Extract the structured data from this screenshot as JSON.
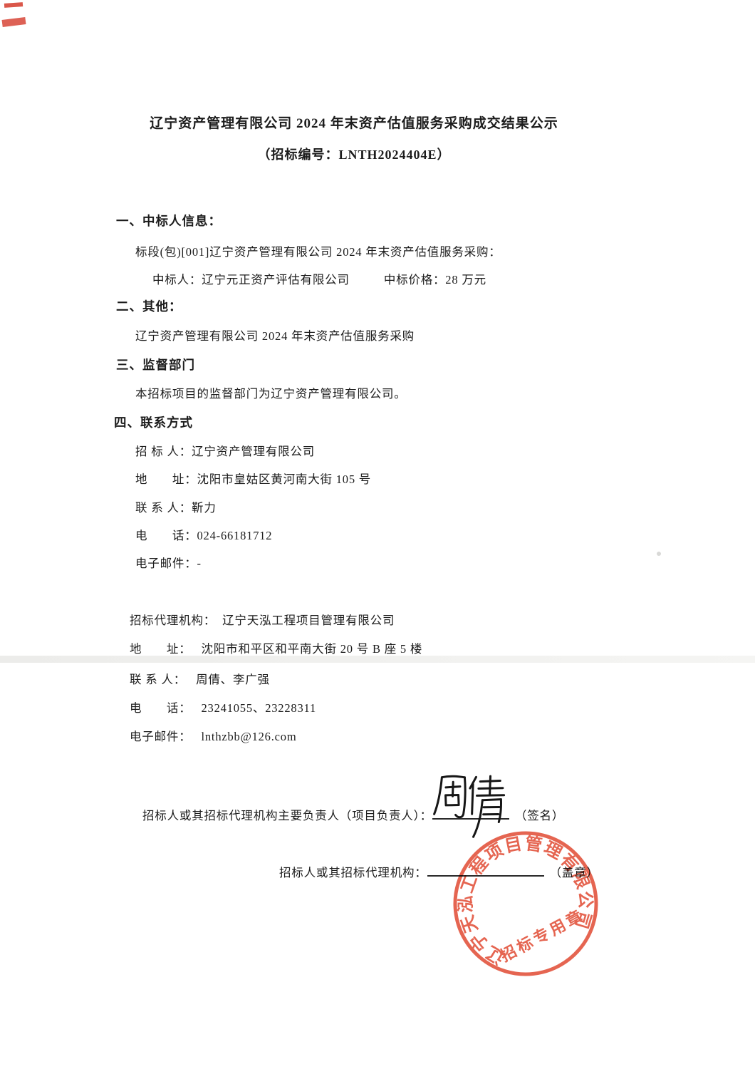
{
  "title": {
    "line1": "辽宁资产管理有限公司 2024 年末资产估值服务采购成交结果公示",
    "line2": "（招标编号：LNTH2024404E）"
  },
  "sections": {
    "s1": {
      "heading": "一、中标人信息：",
      "lot_line": "标段(包)[001]辽宁资产管理有限公司 2024 年末资产估值服务采购：",
      "winner": "中标人：辽宁元正资产评估有限公司",
      "price": "中标价格：28 万元"
    },
    "s2": {
      "heading": "二、其他：",
      "body": "辽宁资产管理有限公司 2024 年末资产估值服务采购"
    },
    "s3": {
      "heading": "三、监督部门",
      "body": "本招标项目的监督部门为辽宁资产管理有限公司。"
    },
    "s4": {
      "heading": "四、联系方式",
      "tenderer": {
        "rows": [
          {
            "label": "招 标 人：",
            "value": "辽宁资产管理有限公司"
          },
          {
            "label": "地　　址：",
            "value": "沈阳市皇姑区黄河南大街 105 号"
          },
          {
            "label": "联 系 人：",
            "value": "靳力"
          },
          {
            "label": "电　　话：",
            "value": "024-66181712"
          },
          {
            "label": "电子邮件：",
            "value": "-"
          }
        ]
      },
      "agency": {
        "rows": [
          {
            "label": "招标代理机构：",
            "value": "辽宁天泓工程项目管理有限公司"
          },
          {
            "label": "地　　址：",
            "value": "沈阳市和平区和平南大街 20 号 B 座 5 楼"
          },
          {
            "label": "联 系 人：",
            "value": "周倩、李广强"
          },
          {
            "label": "电　　话：",
            "value": "23241055、23228311"
          },
          {
            "label": "电子邮件：",
            "value": "lnthzbb@126.com"
          }
        ]
      }
    }
  },
  "footer": {
    "principal_prefix": "招标人或其招标代理机构主要负责人（项目负责人）：",
    "sign_suffix": "（签名）",
    "signature_name": "周倩",
    "agency_prefix": "招标人或其招标代理机构：",
    "seal_suffix": "（盖章）"
  },
  "stamp": {
    "ring_text": "辽宁天泓工程项目管理有限公司",
    "center_text": "招标专用章",
    "color": "#e14a32"
  },
  "artifacts": {
    "corner_mark_color": "#d4392a",
    "scan_band_color": "#ececea"
  }
}
